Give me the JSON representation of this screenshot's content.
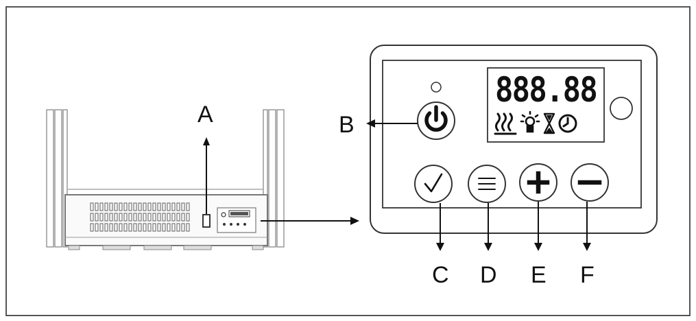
{
  "callouts": {
    "A": "A",
    "B": "B",
    "C": "C",
    "D": "D",
    "E": "E",
    "F": "F"
  },
  "display": {
    "digits": "888.88"
  },
  "icons": {
    "power": "power-icon",
    "confirm": "check-icon",
    "menu": "menu-icon",
    "increase": "plus-icon",
    "decrease": "minus-icon",
    "heat": "heat-icon",
    "light": "light-icon",
    "timer": "hourglass-icon",
    "clock": "clock-icon"
  },
  "colors": {
    "ink": "#111111",
    "line": "#333333",
    "background": "#ffffff"
  }
}
